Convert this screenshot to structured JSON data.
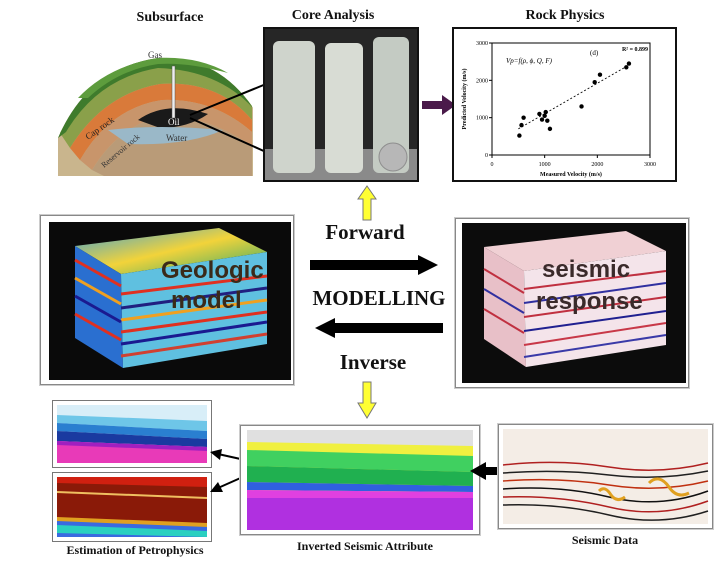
{
  "labels": {
    "subsurface": "Subsurface",
    "core_analysis": "Core Analysis",
    "rock_physics": "Rock Physics",
    "forward": "Forward",
    "modelling": "MODELLING",
    "inverse": "Inverse",
    "estimation": "Estimation of Petrophysics",
    "inverted": "Inverted Seismic Attribute",
    "seismic_data": "Seismic Data"
  },
  "subsurface_labels": {
    "gas": "Gas",
    "cap_rock": "Cap rock",
    "oil": "Oil",
    "water": "Water",
    "reservoir_rock": "Reservoir rock"
  },
  "cube_labels": {
    "geologic_line1": "Geologic",
    "geologic_line2": "model",
    "seismic_line1": "seismic",
    "seismic_line2": "response"
  },
  "chart_data": {
    "type": "scatter",
    "panel_label": "(d)",
    "equation": "Vp=f(ρ, ϕ, Q, F)",
    "r2": "R² = 0.899",
    "xlabel": "Measured Velocity (m/s)",
    "ylabel": "Predicted Velocity (m/s)",
    "xlim": [
      0,
      3000
    ],
    "ylim": [
      0,
      3000
    ],
    "xticks": [
      0,
      1000,
      2000,
      3000
    ],
    "yticks": [
      0,
      1000,
      2000,
      3000
    ],
    "points": [
      {
        "x": 520,
        "y": 520
      },
      {
        "x": 560,
        "y": 800
      },
      {
        "x": 600,
        "y": 1000
      },
      {
        "x": 900,
        "y": 1100
      },
      {
        "x": 950,
        "y": 950
      },
      {
        "x": 1000,
        "y": 1050
      },
      {
        "x": 1020,
        "y": 1150
      },
      {
        "x": 1050,
        "y": 920
      },
      {
        "x": 1100,
        "y": 700
      },
      {
        "x": 1700,
        "y": 1300
      },
      {
        "x": 1950,
        "y": 1950
      },
      {
        "x": 2050,
        "y": 2150
      },
      {
        "x": 2550,
        "y": 2350
      },
      {
        "x": 2600,
        "y": 2450
      }
    ],
    "trend": [
      {
        "x": 500,
        "y": 700
      },
      {
        "x": 2650,
        "y": 2450
      }
    ]
  },
  "colors": {
    "arrow_yellow": "#ffff33",
    "arrow_black": "#000000",
    "panel_border": "#111111"
  }
}
